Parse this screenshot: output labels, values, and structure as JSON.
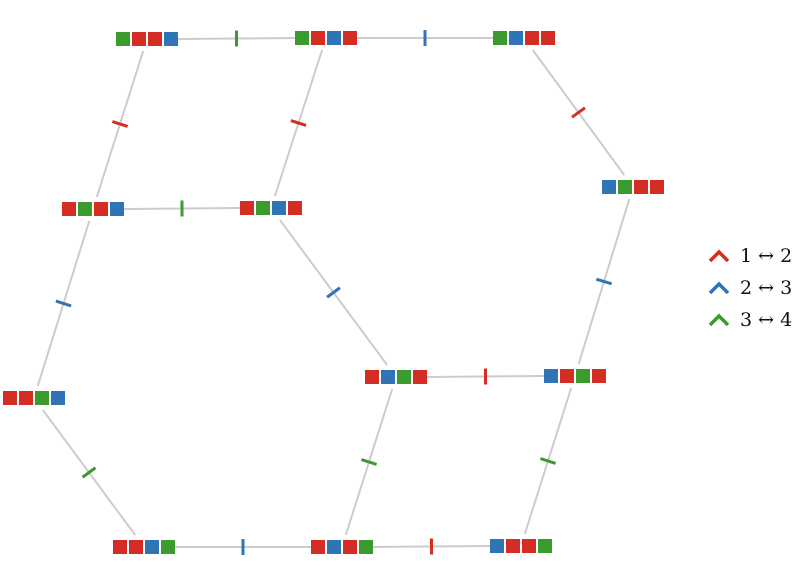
{
  "colors": {
    "red": "#d42e24",
    "blue": "#2f75b6",
    "green": "#3b9b2f",
    "edge": "#cccccc"
  },
  "legend": [
    {
      "label": "1 ↔ 2",
      "color": "#d42e24",
      "icon": "chevron-up-icon"
    },
    {
      "label": "2 ↔ 3",
      "color": "#2f75b6",
      "icon": "chevron-up-icon"
    },
    {
      "label": "3 ↔ 4",
      "color": "#3b9b2f",
      "icon": "chevron-up-icon"
    }
  ],
  "nodes": [
    {
      "id": "n0",
      "pattern": [
        "green",
        "red",
        "red",
        "blue"
      ]
    },
    {
      "id": "n1",
      "pattern": [
        "green",
        "red",
        "blue",
        "red"
      ]
    },
    {
      "id": "n2",
      "pattern": [
        "green",
        "blue",
        "red",
        "red"
      ]
    },
    {
      "id": "n3",
      "pattern": [
        "red",
        "green",
        "red",
        "blue"
      ]
    },
    {
      "id": "n4",
      "pattern": [
        "red",
        "green",
        "blue",
        "red"
      ]
    },
    {
      "id": "n5",
      "pattern": [
        "blue",
        "green",
        "red",
        "red"
      ]
    },
    {
      "id": "n6",
      "pattern": [
        "red",
        "red",
        "green",
        "blue"
      ]
    },
    {
      "id": "n7",
      "pattern": [
        "red",
        "blue",
        "green",
        "red"
      ]
    },
    {
      "id": "n8",
      "pattern": [
        "blue",
        "red",
        "green",
        "red"
      ]
    },
    {
      "id": "n9",
      "pattern": [
        "red",
        "red",
        "blue",
        "green"
      ]
    },
    {
      "id": "n10",
      "pattern": [
        "red",
        "blue",
        "red",
        "green"
      ]
    },
    {
      "id": "n11",
      "pattern": [
        "blue",
        "red",
        "red",
        "green"
      ]
    }
  ],
  "edges": [
    {
      "from": "n0",
      "to": "n1",
      "swap": "green"
    },
    {
      "from": "n1",
      "to": "n2",
      "swap": "blue"
    },
    {
      "from": "n0",
      "to": "n3",
      "swap": "red"
    },
    {
      "from": "n1",
      "to": "n4",
      "swap": "red"
    },
    {
      "from": "n2",
      "to": "n5",
      "swap": "red"
    },
    {
      "from": "n3",
      "to": "n4",
      "swap": "green"
    },
    {
      "from": "n3",
      "to": "n6",
      "swap": "blue"
    },
    {
      "from": "n4",
      "to": "n7",
      "swap": "blue"
    },
    {
      "from": "n5",
      "to": "n8",
      "swap": "blue"
    },
    {
      "from": "n7",
      "to": "n8",
      "swap": "red"
    },
    {
      "from": "n6",
      "to": "n9",
      "swap": "green"
    },
    {
      "from": "n7",
      "to": "n10",
      "swap": "green"
    },
    {
      "from": "n8",
      "to": "n11",
      "swap": "green"
    },
    {
      "from": "n9",
      "to": "n10",
      "swap": "blue"
    },
    {
      "from": "n10",
      "to": "n11",
      "swap": "red"
    }
  ]
}
